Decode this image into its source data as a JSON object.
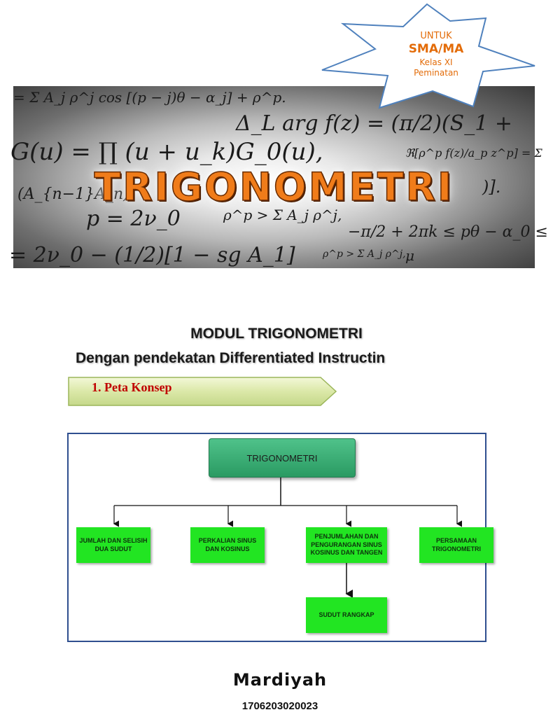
{
  "badge": {
    "line1": "UNTUK",
    "line2": "SMA/MA",
    "line3": "Kelas XI",
    "line4": "Peminatan"
  },
  "banner": {
    "title": "TRIGONOMETRI",
    "formulas": [
      "= Σ A_j ρ^j cos [(p − j)θ − α_j] + ρ^p.",
      "Δ_L arg f(z) = (π/2)(S_1 +",
      "G(u) = ∏ (u + u_k)G_0(u),",
      "ℜ[ρ^p f(z)/a_p z^p] = Σ",
      "(A_{n−1}A_n)]",
      ")].",
      "p = 2ν_0",
      "ρ^p > Σ A_j ρ^j,",
      "−π/2 + 2πk ≤ pθ − α_0 ≤",
      "= 2ν_0 − (1/2)[1 − sg A_1]",
      "ρ^p > Σ A_j ρ^j,",
      "μ"
    ]
  },
  "headings": {
    "title": "MODUL TRIGONOMETRI",
    "subtitle": "Dengan pendekatan Differentiated Instructin"
  },
  "section": {
    "label": "1. Peta Konsep"
  },
  "concept_map": {
    "root": "TRIGONOMETRI",
    "children": [
      "JUMLAH DAN SELISIH DUA SUDUT",
      "PERKALIAN SINUS DAN KOSINUS",
      "PENJUMLAHAN DAN PENGURANGAN SINUS KOSINUS DAN TANGEN",
      "PERSAMAAN TRIGONOMETRI"
    ],
    "grandchild": "SUDUT RANGKAP"
  },
  "author": {
    "name": "Mardiyah",
    "id": "1706203020023"
  }
}
